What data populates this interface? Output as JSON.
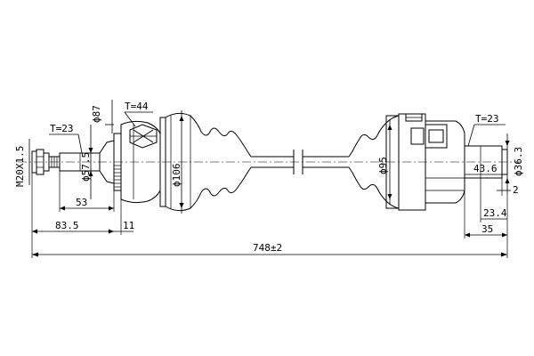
{
  "labels": {
    "t23_left": "T=23",
    "phi87": "ϕ87",
    "t44": "T=44",
    "m20": "M20X1.5",
    "phi575": "ϕ57.5",
    "phi106": "ϕ106",
    "d53": "53",
    "d835": "83.5",
    "d11": "11",
    "phi95": "ϕ95",
    "t23_right": "T=23",
    "phi363": "ϕ36.3",
    "d436": "43.6",
    "d2": "2",
    "d234": "23.4",
    "d35": "35",
    "total": "748±2"
  }
}
